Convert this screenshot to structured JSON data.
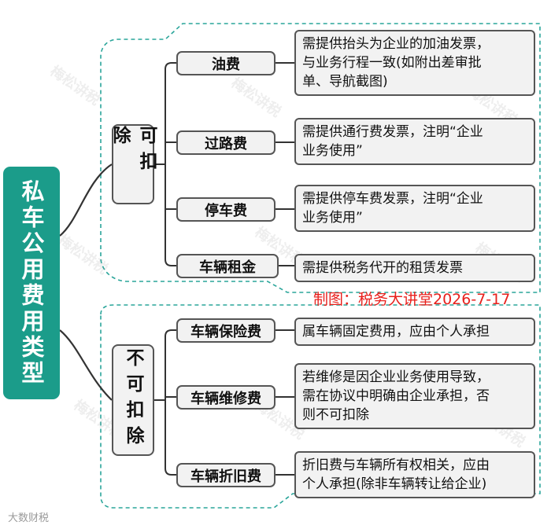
{
  "root": {
    "label": "私车公用费用类型"
  },
  "categories": [
    {
      "label": "可扣除",
      "items": [
        {
          "label": "油费",
          "desc": [
            "需提供抬头为企业的加油发票，",
            "与业务行程一致(如附出差审批",
            "单、导航截图)"
          ]
        },
        {
          "label": "过路费",
          "desc": [
            "需提供通行费发票，注明“企业",
            "业务使用”"
          ]
        },
        {
          "label": "停车费",
          "desc": [
            "需提供停车费发票，注明“企业",
            "业务使用”"
          ]
        },
        {
          "label": "车辆租金",
          "desc": [
            "需提供税务代开的租赁发票"
          ]
        }
      ]
    },
    {
      "label": "不可扣除",
      "items": [
        {
          "label": "车辆保险费",
          "desc": [
            "属车辆固定费用，应由个人承担"
          ]
        },
        {
          "label": "车辆维修费",
          "desc": [
            "若维修是因企业业务使用导致，",
            "需在协议中明确由企业承担，否",
            "则不可扣除"
          ]
        },
        {
          "label": "车辆折旧费",
          "desc": [
            "折旧费与车辆所有权相关，应由",
            "个人承担(除非车辆转让给企业)"
          ]
        }
      ]
    }
  ],
  "credit": "制图：税务大讲堂2026-7-17",
  "watermark": "梅松讲税",
  "footer_watermark": "大数财税",
  "colors": {
    "accent": "#1b9c8a",
    "dashed_border": "#2aa59a",
    "credit": "#e8201c",
    "box_bg": "#f2f2f2"
  }
}
